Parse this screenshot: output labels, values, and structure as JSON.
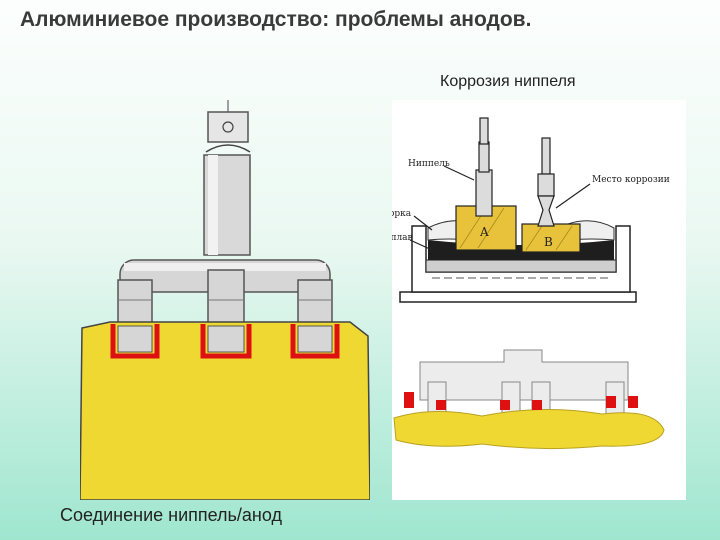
{
  "header": {
    "title": "Алюминиевое производство: проблемы анодов.",
    "subtitle": "Коррозия ниппеля"
  },
  "left_figure": {
    "caption": "Соединение ниппель/анод"
  },
  "right_figure": {
    "labels": {
      "nipple": "Ниппель",
      "corrosion_site": "Место коррозии",
      "crust": "Корка",
      "melt": "Расплав",
      "block_a": "A",
      "block_b": "B"
    }
  },
  "colors": {
    "anode_yellow": "#f0d832",
    "corrosion_red": "#dd1111",
    "rod_grey": "#dcdcdc",
    "block_gold": "#e8c23a"
  }
}
